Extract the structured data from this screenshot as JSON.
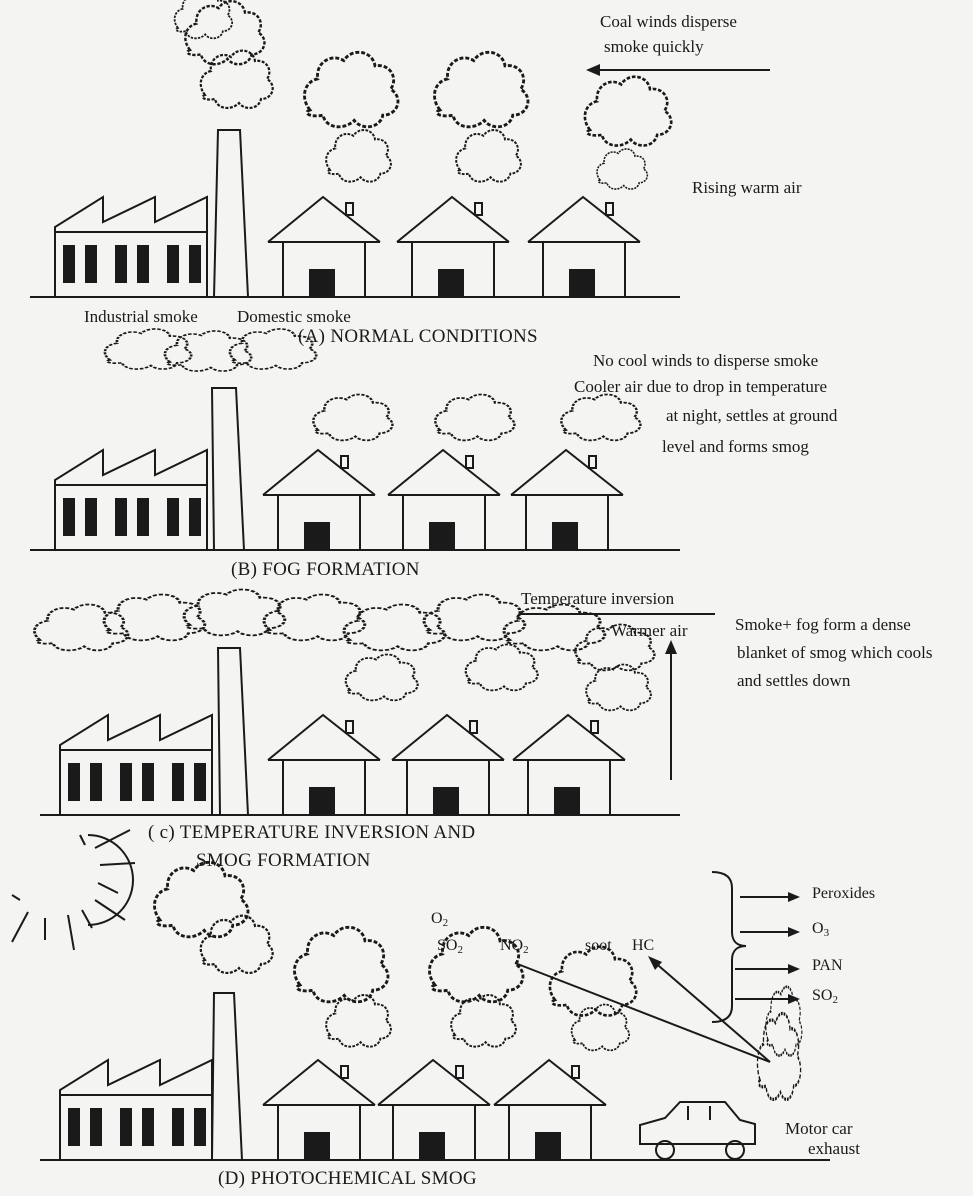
{
  "panels": {
    "a": {
      "caption": "(A) NORMAL CONDITIONS",
      "wind_note_line1": "Coal winds disperse",
      "wind_note_line2": "smoke quickly",
      "rising_air": "Rising warm air",
      "industrial_label": "Industrial smoke",
      "domestic_label": "Domestic smoke"
    },
    "b": {
      "caption": "(B) FOG FORMATION",
      "note_line1": "No cool winds to disperse smoke",
      "note_line2": "Cooler air due to drop in temperature",
      "note_line3": "at night, settles at ground",
      "note_line4": "level and forms smog"
    },
    "c": {
      "caption_line1": "( c) TEMPERATURE INVERSION AND",
      "caption_line2": "SMOG FORMATION",
      "inversion_label": "Temperature inversion",
      "warmer_air": "Warmer air",
      "note_line1": "Smoke+ fog form a dense",
      "note_line2": "blanket of smog which cools",
      "note_line3": "and settles down"
    },
    "d": {
      "caption": "(D) PHOTOCHEMICAL SMOG",
      "o2": "O",
      "o2_sub": "2",
      "so2": "SO",
      "so2_sub": "2",
      "no2": "NO",
      "no2_sub": "2",
      "soot": "soot",
      "hc": "HC",
      "products": [
        {
          "text": "Peroxides",
          "sub": ""
        },
        {
          "text": "O",
          "sub": "3"
        },
        {
          "text": "PAN",
          "sub": ""
        },
        {
          "text": "SO",
          "sub": "2"
        }
      ],
      "car_label_line1": "Motor car",
      "car_label_line2": "exhaust"
    }
  }
}
